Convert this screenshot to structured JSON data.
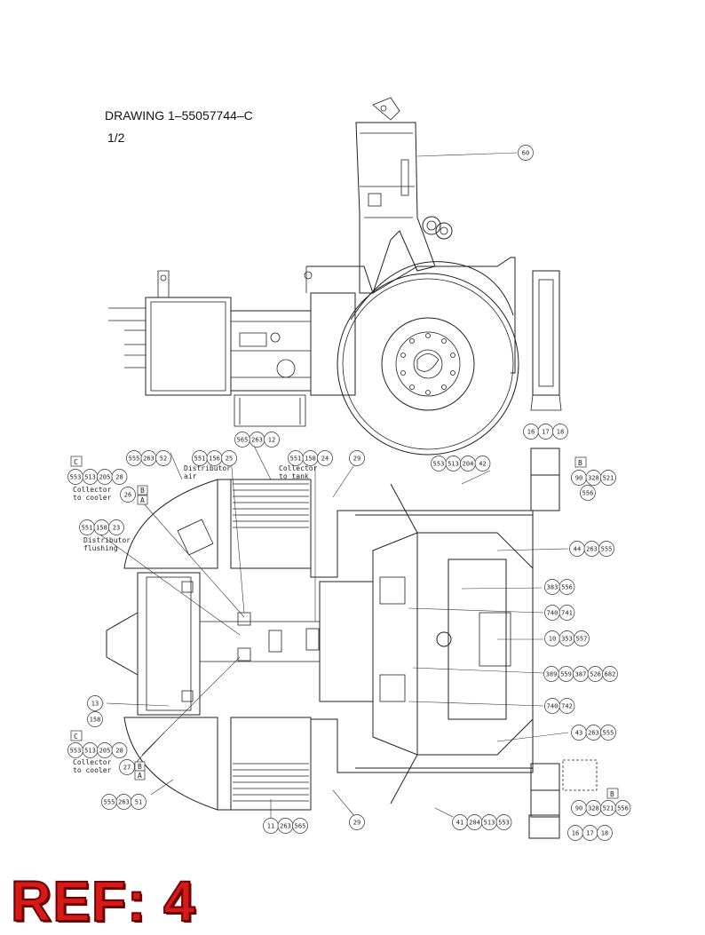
{
  "drawing": {
    "title": "DRAWING 1–55057744–C",
    "sheet": "1/2",
    "ref_label": "REF: 4"
  },
  "callouts": [
    {
      "id": "c60",
      "labels": [
        "60"
      ]
    },
    {
      "id": "c16a",
      "labels": [
        "16",
        "17",
        "18"
      ]
    },
    {
      "id": "c565a",
      "labels": [
        "565",
        "263",
        "12"
      ]
    },
    {
      "id": "c555a",
      "labels": [
        "555",
        "263",
        "52"
      ]
    },
    {
      "id": "c551a",
      "labels": [
        "551",
        "156",
        "25"
      ]
    },
    {
      "id": "c551b",
      "labels": [
        "551",
        "158",
        "24"
      ]
    },
    {
      "id": "c29a",
      "labels": [
        "29"
      ]
    },
    {
      "id": "c553a",
      "labels": [
        "553",
        "513",
        "204",
        "42"
      ]
    },
    {
      "id": "c553b",
      "labels": [
        "553",
        "513",
        "205",
        "28"
      ]
    },
    {
      "id": "c26",
      "labels": [
        "26"
      ]
    },
    {
      "id": "c90a",
      "labels": [
        "90",
        "328",
        "521"
      ]
    },
    {
      "id": "c556a",
      "labels": [
        "556"
      ]
    },
    {
      "id": "c551c",
      "labels": [
        "551",
        "158",
        "23"
      ]
    },
    {
      "id": "c44",
      "labels": [
        "44",
        "263",
        "555"
      ]
    },
    {
      "id": "c383",
      "labels": [
        "383",
        "556"
      ]
    },
    {
      "id": "c740a",
      "labels": [
        "740",
        "741"
      ]
    },
    {
      "id": "c10",
      "labels": [
        "10",
        "353",
        "557"
      ]
    },
    {
      "id": "c389",
      "labels": [
        "389",
        "559",
        "387",
        "526",
        "682"
      ]
    },
    {
      "id": "c13",
      "labels": [
        "13"
      ]
    },
    {
      "id": "c158",
      "labels": [
        "158"
      ]
    },
    {
      "id": "c740b",
      "labels": [
        "740",
        "742"
      ]
    },
    {
      "id": "c43",
      "labels": [
        "43",
        "263",
        "555"
      ]
    },
    {
      "id": "c553c",
      "labels": [
        "553",
        "513",
        "205",
        "28"
      ]
    },
    {
      "id": "c27",
      "labels": [
        "27"
      ]
    },
    {
      "id": "c555b",
      "labels": [
        "555",
        "263",
        "51"
      ]
    },
    {
      "id": "c90b",
      "labels": [
        "90",
        "328",
        "521",
        "556"
      ]
    },
    {
      "id": "c11",
      "labels": [
        "11",
        "263",
        "565"
      ]
    },
    {
      "id": "c29b",
      "labels": [
        "29"
      ]
    },
    {
      "id": "c41",
      "labels": [
        "41",
        "204",
        "513",
        "553"
      ]
    },
    {
      "id": "c16b",
      "labels": [
        "16",
        "17",
        "18"
      ]
    }
  ],
  "notes": {
    "distributor_air": [
      "Distributor",
      "air"
    ],
    "collector_tank": [
      "Collector",
      "to tank"
    ],
    "collector_cooler_top": [
      "Collector",
      "to cooler"
    ],
    "distributor_flushing": [
      "Distributor",
      "flushing"
    ],
    "collector_cooler_bottom": [
      "Collector",
      "to cooler"
    ]
  },
  "boxed_letters": {
    "c_top": "C",
    "b_top": "B",
    "a_top": "A",
    "b_right_top": "B",
    "c_bottom": "C",
    "b_bottom": "B",
    "a_bottom": "A",
    "b_right_bottom": "B"
  }
}
